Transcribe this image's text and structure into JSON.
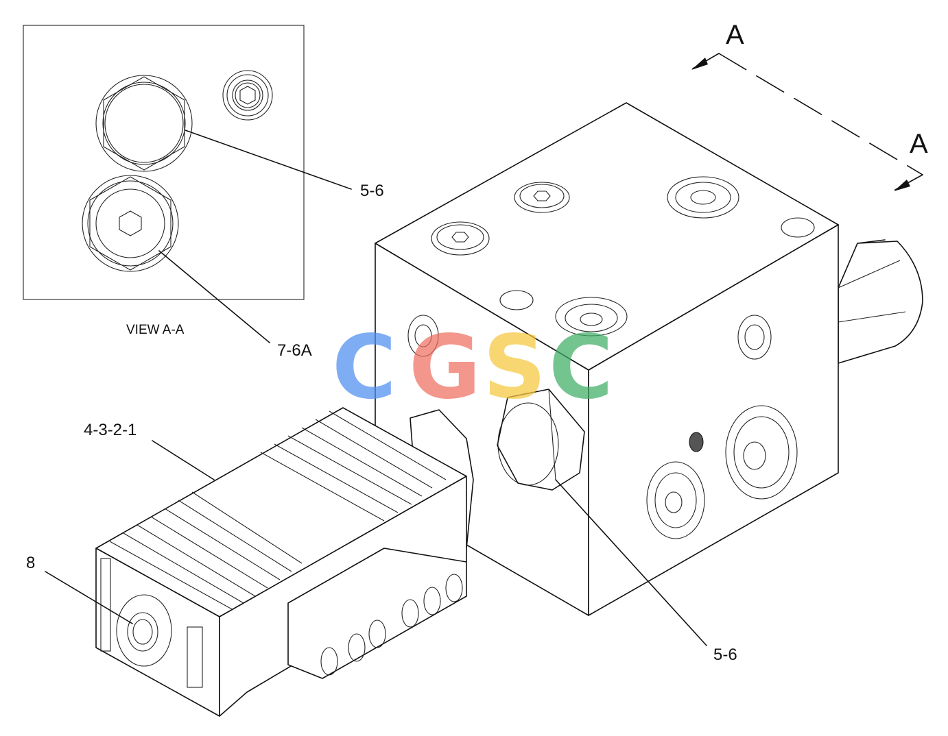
{
  "view_label": "VIEW A-A",
  "section_marks": {
    "a_top": "A",
    "a_bottom": "A"
  },
  "callouts": {
    "inset_upper": "5-6",
    "inset_lower": "7-6A",
    "solenoid": "4-3-2-1",
    "connector": "8",
    "plug": "5-6"
  },
  "watermark": {
    "letters": [
      "C",
      "G",
      "S",
      "C"
    ],
    "colors": [
      "#4f8ef0",
      "#ef6e61",
      "#f6c93c",
      "#3fae66"
    ]
  }
}
